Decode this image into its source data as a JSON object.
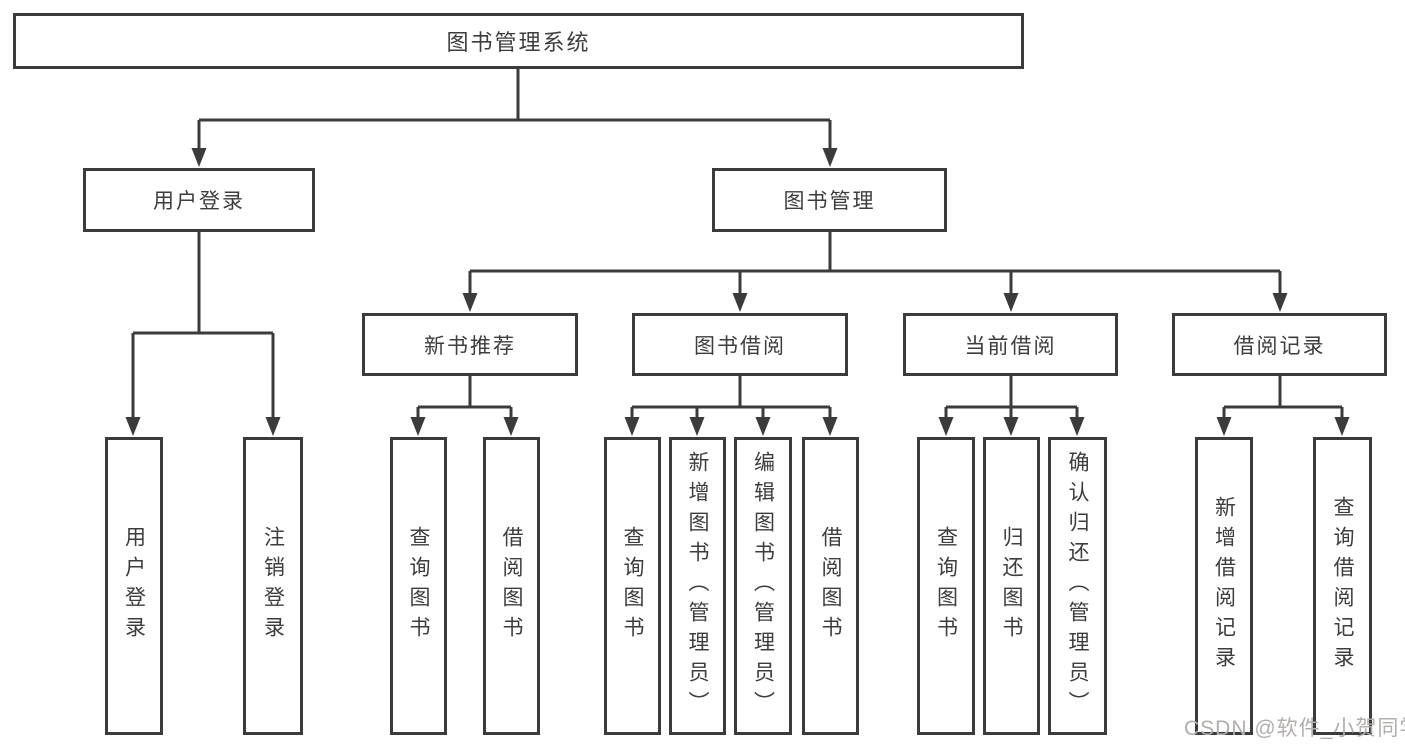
{
  "diagram": {
    "title": "图书管理系统",
    "branches": {
      "user_login": {
        "label": "用户登录",
        "children": [
          "用户登录",
          "注销登录"
        ]
      },
      "book_management": {
        "label": "图书管理",
        "sections": {
          "new_book_recommend": {
            "label": "新书推荐",
            "children": [
              "查询图书",
              "借阅图书"
            ]
          },
          "book_borrow": {
            "label": "图书借阅",
            "children": [
              "查询图书",
              "新增图书（管理员）",
              "编辑图书（管理员）",
              "借阅图书"
            ]
          },
          "current_borrow": {
            "label": "当前借阅",
            "children": [
              "查询图书",
              "归还图书",
              "确认归还（管理员）"
            ]
          },
          "borrow_records": {
            "label": "借阅记录",
            "children": [
              "新增借阅记录",
              "查询借阅记录"
            ]
          }
        }
      }
    }
  },
  "watermark": "CSDN @软件_小贺同学",
  "colors": {
    "line": "#3b3b3b",
    "text": "#3d3d3d",
    "watermark": "#b1aeac",
    "background": "#ffffff"
  }
}
